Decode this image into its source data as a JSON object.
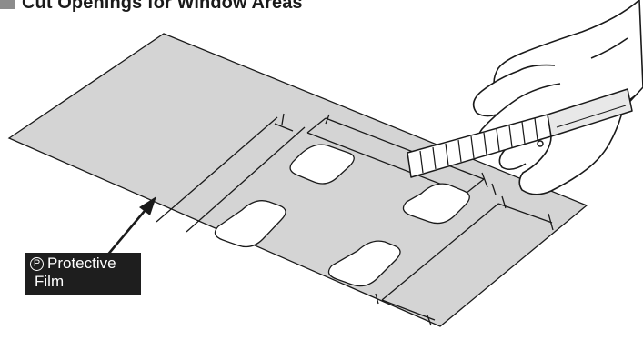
{
  "heading": {
    "text": "Cut Openings for Window Areas"
  },
  "callout": {
    "symbol": "P",
    "line1": "Protective",
    "line2": "Film"
  },
  "colors": {
    "film": "#d4d4d4",
    "outline": "#1a1a1a",
    "callout_bg": "#1e1e1e",
    "callout_text": "#ffffff",
    "window": "#ffffff"
  },
  "icons": {
    "cutter": "utility-knife-icon",
    "hand": "hand-icon",
    "arrow": "leader-arrow-icon"
  }
}
